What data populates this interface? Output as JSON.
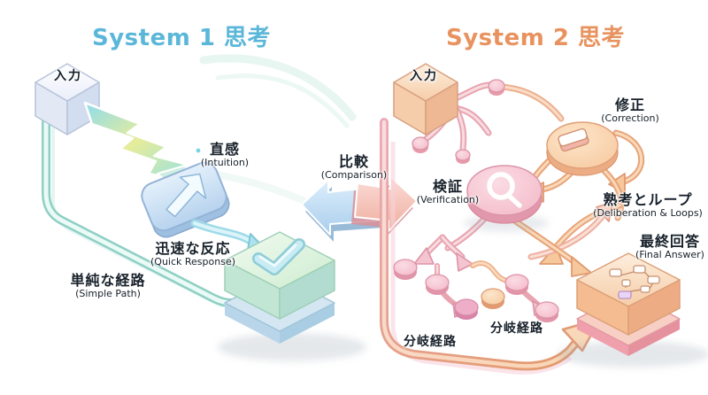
{
  "titles": {
    "system1": "System 1 思考",
    "system2": "System 2 思考"
  },
  "colors": {
    "system1_accent": "#5bb7d9",
    "system2_accent": "#e8935f",
    "system1_tube": "#8fcfc4",
    "system2_tube": "#e8a070",
    "text": "#17202a"
  },
  "system1": {
    "input": {
      "jp": "入力"
    },
    "intuition": {
      "jp": "直感",
      "en": "(Intuition)"
    },
    "quick_response": {
      "jp": "迅速な反応",
      "en": "(Quick Response)"
    },
    "simple_path": {
      "jp": "単純な経路",
      "en": "(Simple Path)"
    }
  },
  "center": {
    "comparison": {
      "jp": "比較",
      "en": "(Comparison)"
    }
  },
  "system2": {
    "input": {
      "jp": "入力"
    },
    "verification": {
      "jp": "検証",
      "en": "(Verification)"
    },
    "correction": {
      "jp": "修正",
      "en": "(Correction)"
    },
    "deliberation": {
      "jp": "熟考とループ",
      "en": "(Deliberation & Loops)"
    },
    "final_answer": {
      "jp": "最終回答",
      "en": "(Final Answer)"
    },
    "branch_path_1": {
      "jp": "分岐経路"
    },
    "branch_path_2": {
      "jp": "分岐経路"
    }
  },
  "icons": {
    "lightning": "lightning-bolt-arrow",
    "up_right_arrow": "up-right-arrow-icon",
    "check": "check-icon",
    "magnifier": "magnifier-icon",
    "eraser": "eraser-icon",
    "flowchart": "flowchart-icon"
  }
}
